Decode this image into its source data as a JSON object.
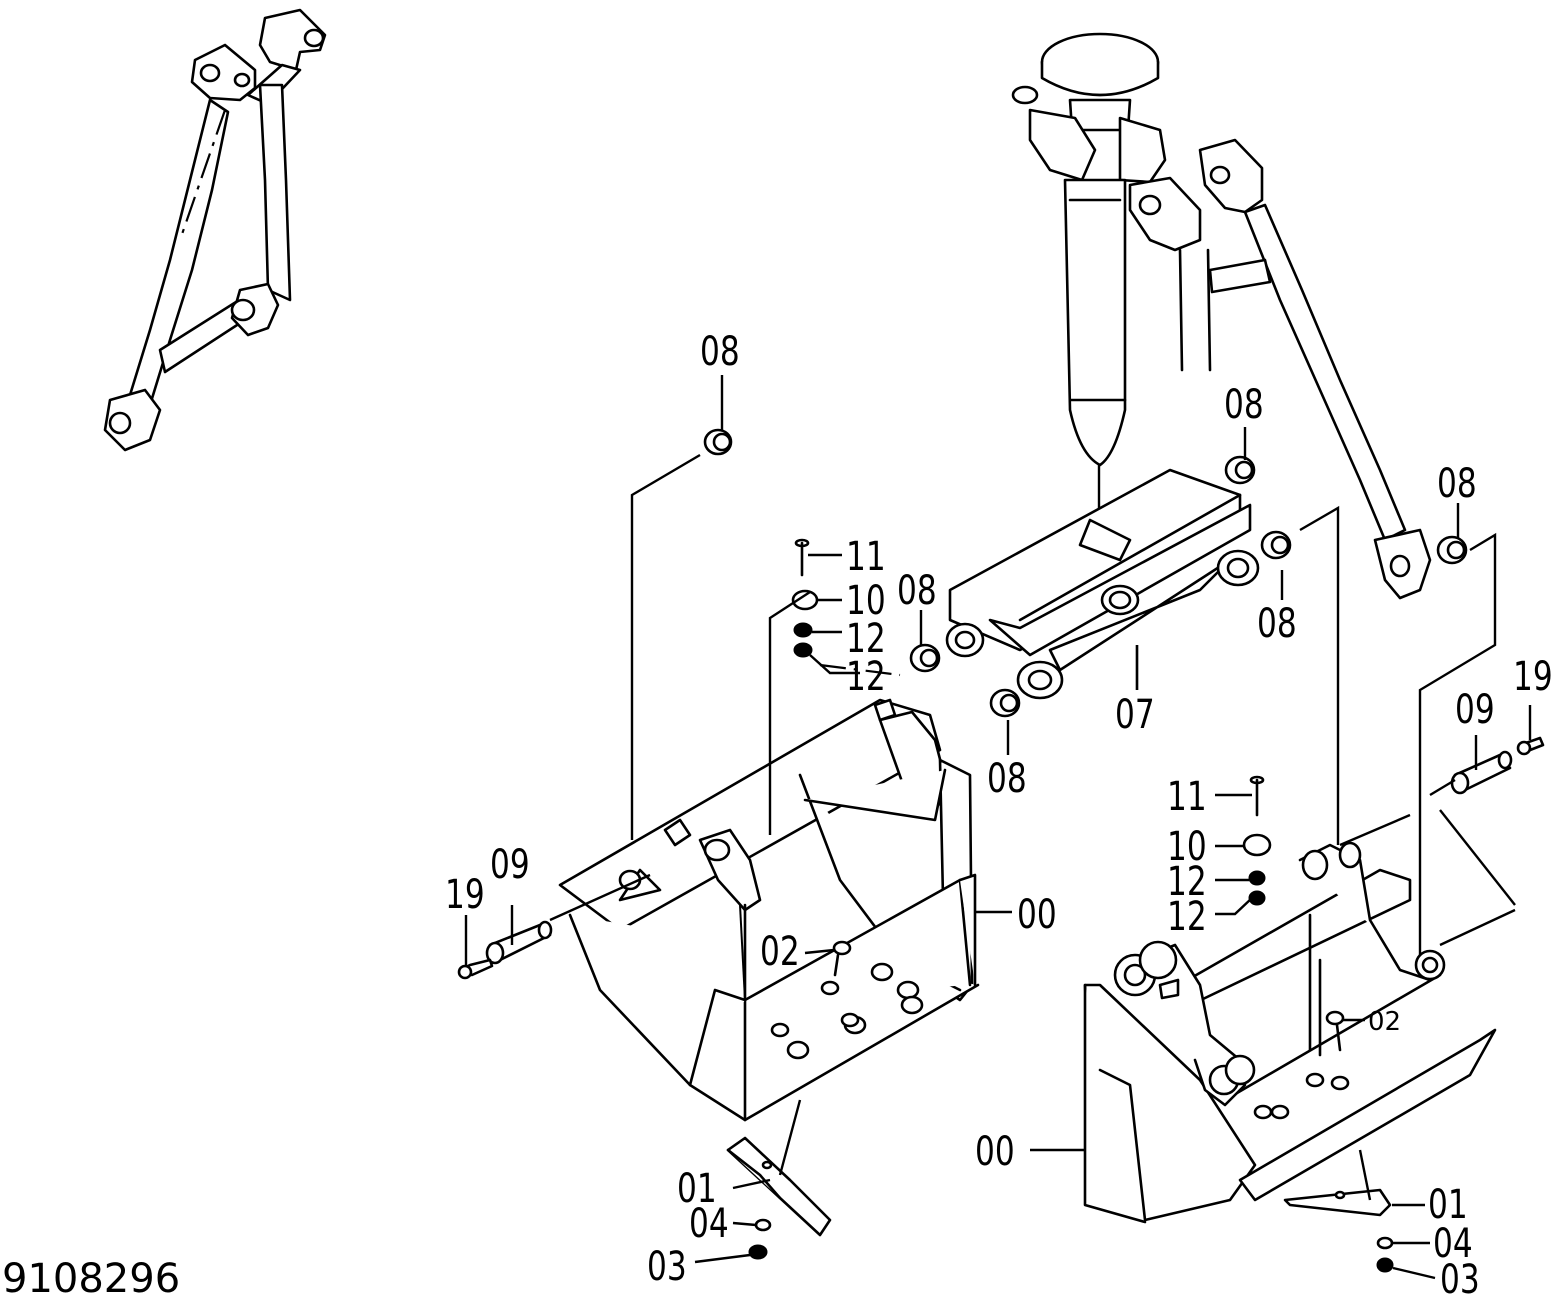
{
  "drawing_number": "9108296",
  "callouts": {
    "b08_upper_left": "08",
    "b08_mid_right": "08",
    "b08_right_lower": "08",
    "b08_far_right": "08",
    "b08_left_of_link": "08",
    "b08_below_link": "08",
    "p11_left": "11",
    "p10_left": "10",
    "p12a_left": "12",
    "p12b_left": "12",
    "p07": "07",
    "p19_left": "19",
    "p09_left": "09",
    "p00_left": "00",
    "p02_left": "02",
    "p01_left": "01",
    "p04_left": "04",
    "p03_left": "03",
    "p19_right": "19",
    "p09_right": "09",
    "p11_right": "11",
    "p10_right": "10",
    "p12a_right": "12",
    "p12b_right": "12",
    "p02_right": "02",
    "p00_right": "00",
    "p01_right": "01",
    "p04_right": "04",
    "p03_right": "03"
  }
}
